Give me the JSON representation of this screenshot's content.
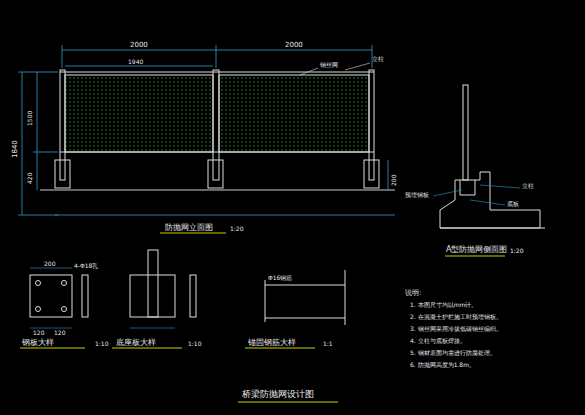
{
  "diagram": {
    "title": "桥梁防抛网设计图",
    "labels": [
      "2000",
      "2000",
      "1940",
      "钢丝网",
      "立柱",
      "1840",
      "1500",
      "420",
      "200",
      "防抛网立面图",
      "1:20",
      "立柱",
      "底板",
      "预埋钢板",
      "A型防抛网侧面图",
      "1:20",
      "200",
      "4-Φ18孔",
      "120",
      "120",
      "钢板大样",
      "1:10",
      "Φ16钢筋",
      "底座板大样",
      "1:10",
      "锚固钢筋大样",
      "1:1",
      "说明:",
      "1. 本图尺寸均以mm计。",
      "2. 在混凝土护栏施工时预埋钢板。",
      "3. 钢丝网采用冷拔低碳钢丝编织。",
      "4. 立柱与底板焊接。",
      "5. 钢材表面均需进行防腐处理。",
      "6. 防抛网高度为1.8m。"
    ]
  }
}
